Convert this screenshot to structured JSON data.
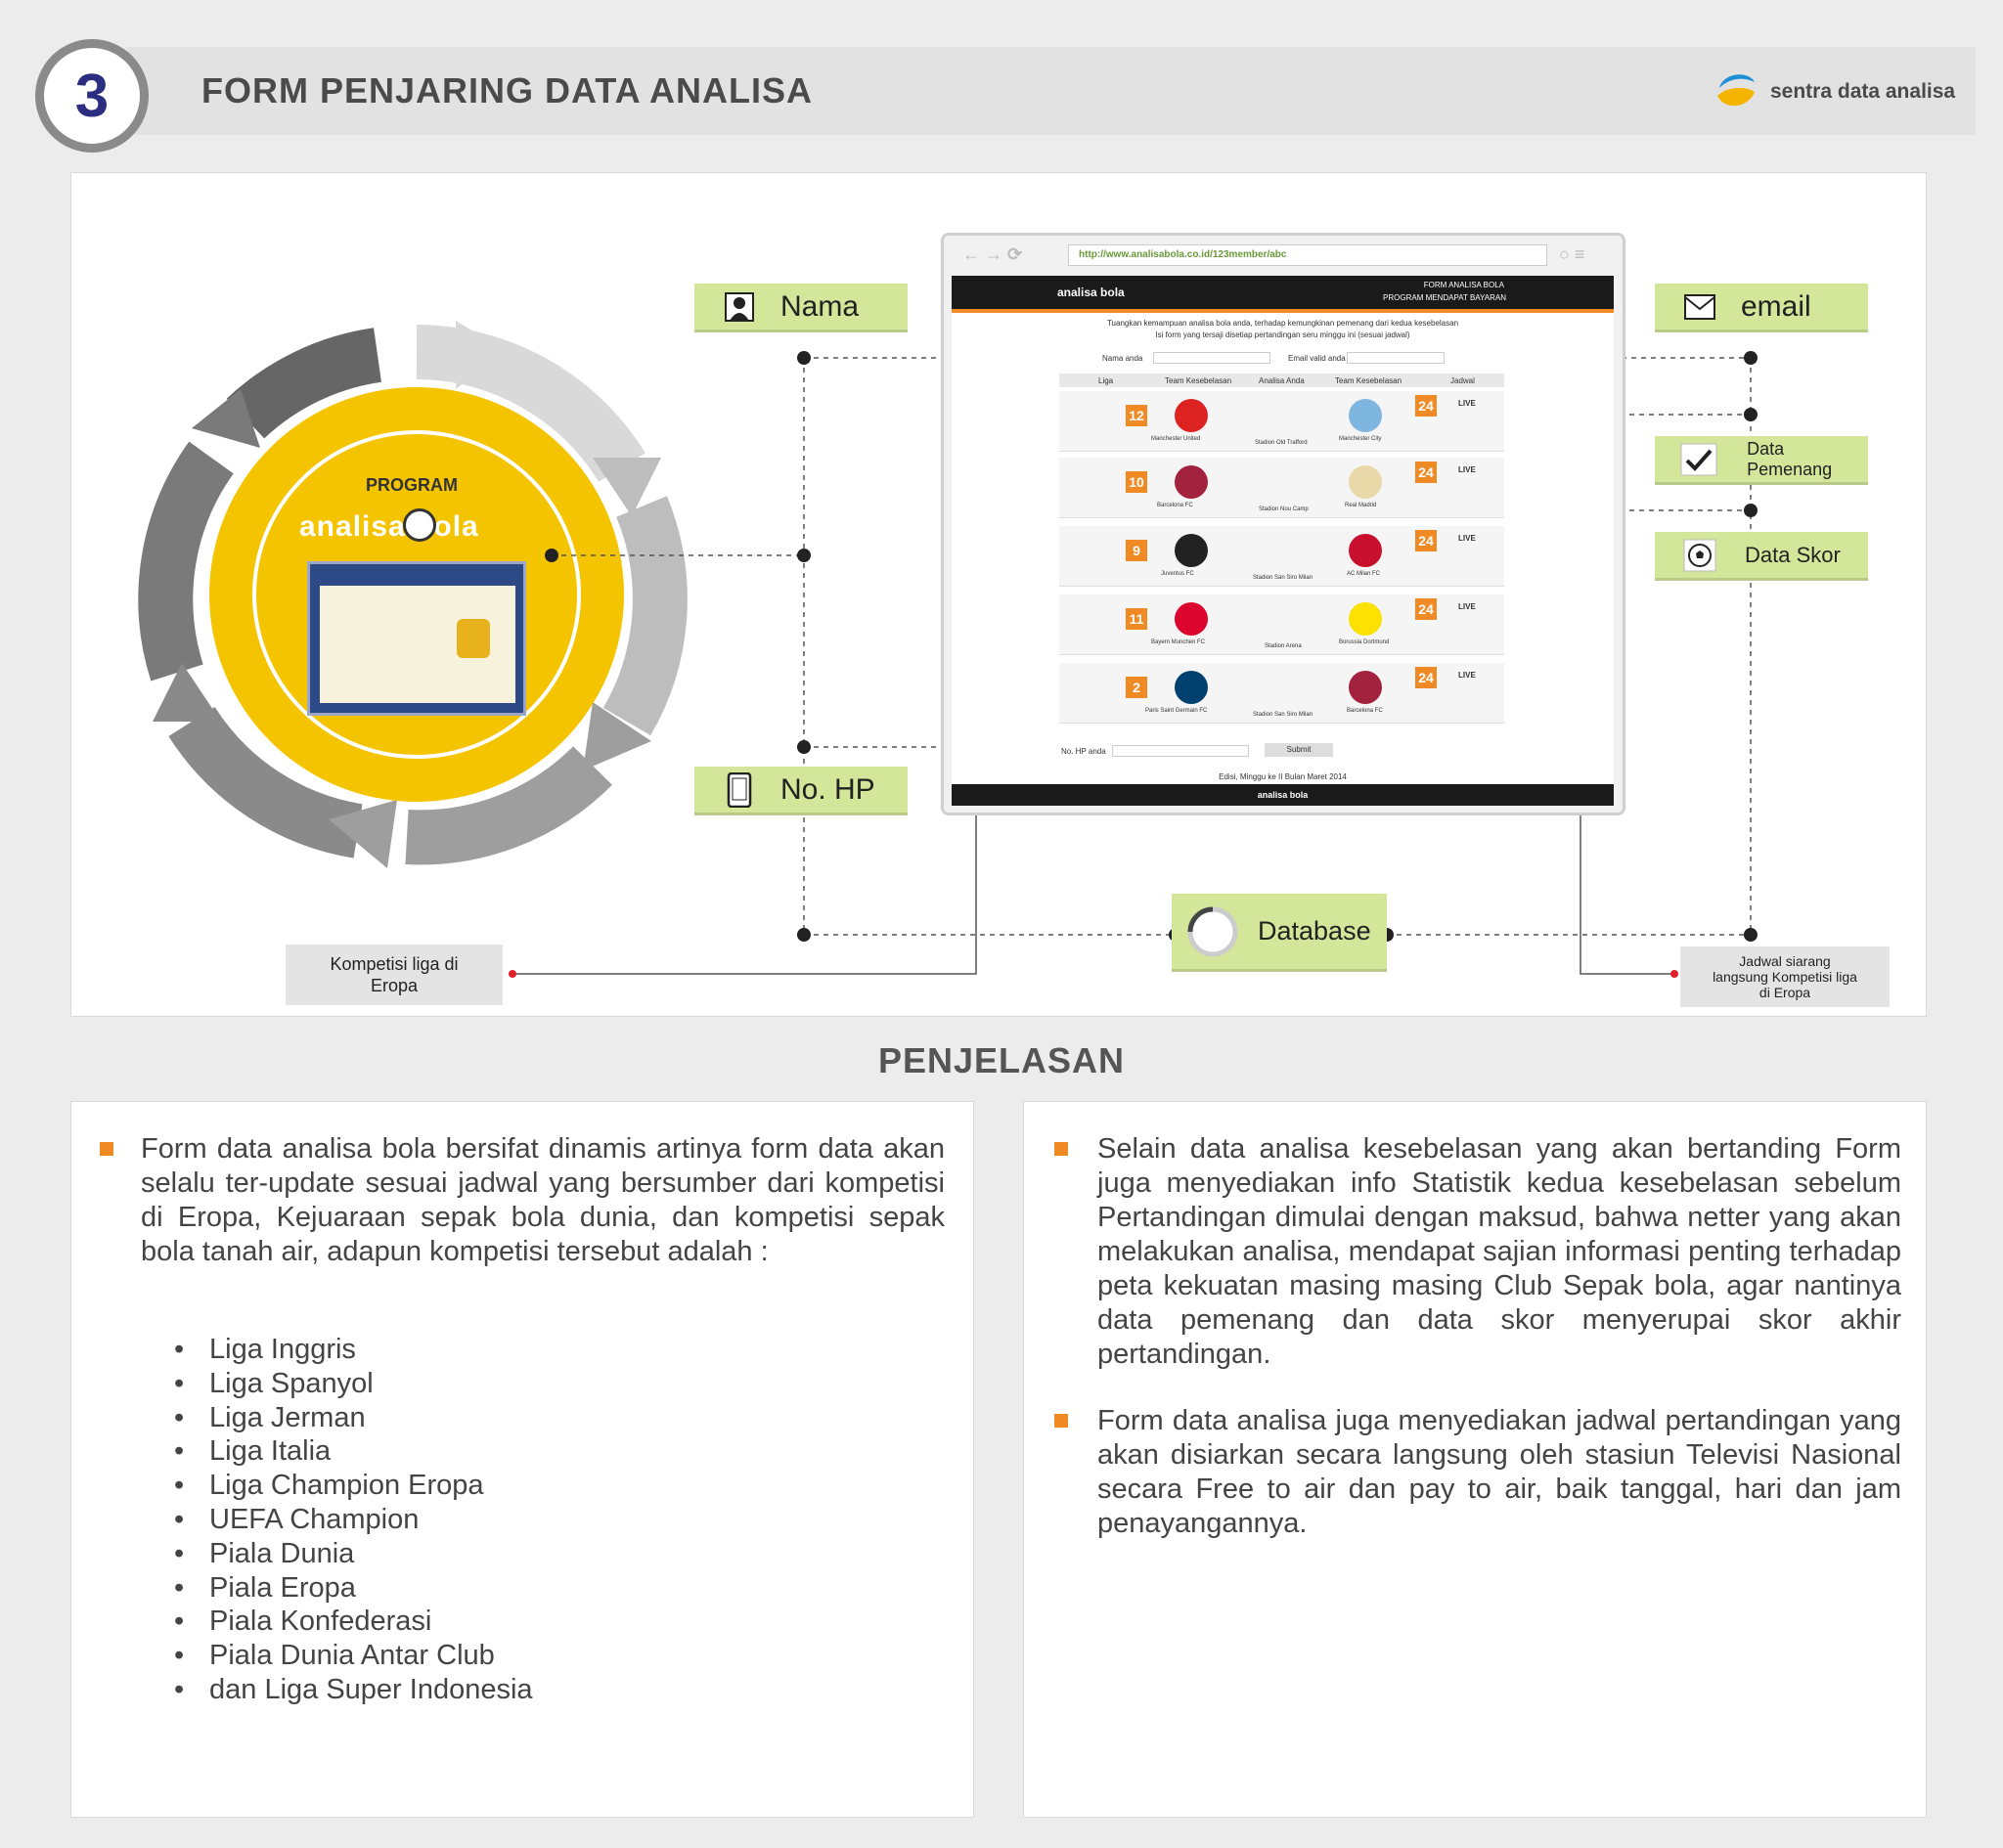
{
  "header": {
    "step": "3",
    "title": "FORM PENJARING DATA ANALISA",
    "brand": "sentra data analisa"
  },
  "diagram": {
    "program_label": "PROGRAM",
    "program_logo": "analisa bola",
    "tags": {
      "nama": "Nama",
      "email": "email",
      "no_hp": "No. HP",
      "data_pemenang": "Data Pemenang",
      "data_skor": "Data Skor",
      "database": "Database"
    },
    "kompetisi_box": "Kompetisi liga di Eropa",
    "jadwal_box": "Jadwal siarang langsung Kompetisi liga di Eropa",
    "browser": {
      "url": "http://www.analisabola.co.id/123member/abc",
      "site_title_1": "FORM ANALISA BOLA",
      "site_title_2": "PROGRAM MENDAPAT BAYARAN",
      "intro_1": "Tuangkan kemampuan analisa bola anda, terhadap kemungkinan pemenang dari kedua kesebelasan",
      "intro_2": "Isi form yang tersaji disetiap pertandingan seru minggu ini (sesuai jadwal)",
      "nama_label": "Nama anda",
      "email_label": "Email valid anda",
      "columns": [
        "Liga",
        "Team Kesebelasan",
        "Analisa Anda",
        "Team Kesebelasan",
        "Jadwal"
      ],
      "matches": [
        {
          "num": "12",
          "home": "Manchester United",
          "away": "Manchester City",
          "venue": "Stadion Old Trafford"
        },
        {
          "num": "10",
          "home": "Barcelona FC",
          "away": "Real Madrid",
          "venue": "Stadion Nou Camp"
        },
        {
          "num": "9",
          "home": "Juventus FC",
          "away": "AC Milan FC",
          "venue": "Stadion San Siro Milan"
        },
        {
          "num": "11",
          "home": "Bayern Munchen FC",
          "away": "Borussia Dortmund",
          "venue": "Stadion Arena"
        },
        {
          "num": "2",
          "home": "Paris Saint Germain FC",
          "away": "Barcelona FC",
          "venue": "Stadion San Siro Milan"
        }
      ],
      "live": "LIVE",
      "hp_label": "No. HP anda",
      "submit": "Submit",
      "edition": "Edisi, Minggu ke II Bulan Maret 2014",
      "footer_logo": "analisa bola"
    }
  },
  "section_title": "PENJELASAN",
  "left_text": "Form data analisa bola bersifat dinamis artinya form data akan selalu ter-update sesuai jadwal yang bersumber dari kompetisi di Eropa,  Kejuaraan sepak bola dunia, dan kompetisi sepak bola tanah air, adapun kompetisi tersebut adalah :",
  "competitions": [
    "Liga Inggris",
    "Liga Spanyol",
    "Liga Jerman",
    "Liga Italia",
    "Liga Champion Eropa",
    "UEFA Champion",
    "Piala Dunia",
    "Piala Eropa",
    "Piala Konfederasi",
    "Piala Dunia Antar Club",
    "dan Liga Super Indonesia"
  ],
  "right_text_1": "Selain data analisa kesebelasan yang akan bertanding Form juga menyediakan info Statistik kedua kesebelasan sebelum Pertandingan dimulai dengan maksud, bahwa netter yang akan melakukan analisa, mendapat sajian informasi penting terhadap peta kekuatan masing masing Club Sepak bola, agar nantinya data pemenang dan data skor menyerupai skor akhir pertandingan.",
  "right_text_2": "Form data analisa juga menyediakan jadwal pertandingan yang akan disiarkan secara langsung oleh stasiun Televisi Nasional secara Free to air dan pay to air, baik tanggal, hari dan jam penayangannya.",
  "colors": {
    "accent_orange": "#f08a24",
    "tag_green": "#d3e69a",
    "ring_yellow": "#f5c400",
    "title_navy": "#2b2d80"
  }
}
